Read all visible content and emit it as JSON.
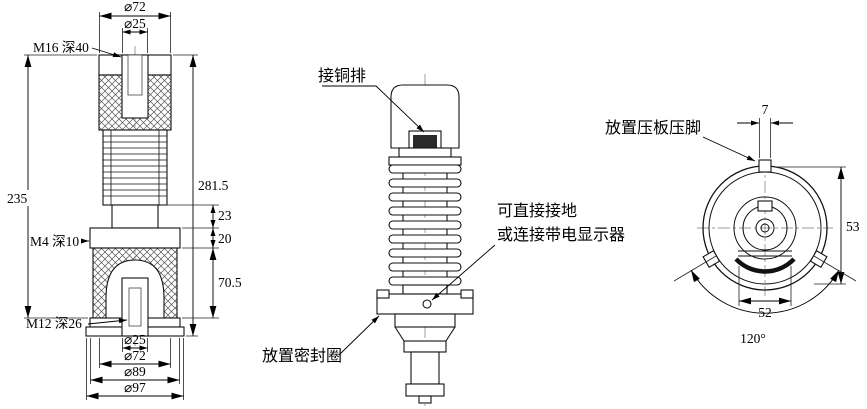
{
  "colors": {
    "background": "#ffffff",
    "line": "#111111"
  },
  "left_view": {
    "dia_top_outer": "⌀72",
    "dia_top_bore": "⌀25",
    "thread_top": "M16 深40",
    "overall_height": "281.5",
    "height_235": "235",
    "neck_height": "23",
    "flange_thickness": "20",
    "lower_height": "70.5",
    "thread_flange": "M4 深10",
    "thread_bottom": "M12 深26",
    "dia_bot_stem": "⌀25",
    "dia_bot_body": "⌀72",
    "dia_bot_ring": "⌀89",
    "dia_bot_base": "⌀97"
  },
  "front_view": {
    "label_copper_bar": "接铜排",
    "label_ground_line1": "可直接接地",
    "label_ground_line2": "或连接带电显示器",
    "label_seal_ring": "放置密封圈"
  },
  "top_view": {
    "label_clamp_foot": "放置压板压脚",
    "dim_foot_width": "7",
    "dim_height": "53",
    "dim_width": "52",
    "dim_angle": "120°"
  }
}
